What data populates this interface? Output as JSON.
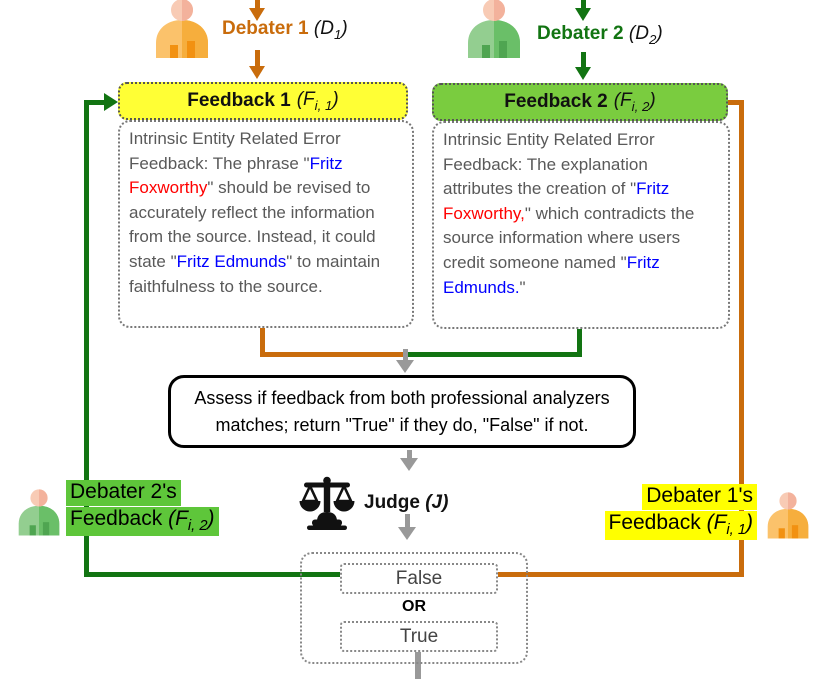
{
  "colors": {
    "orange": "#C96C0C",
    "green_dark": "#127412",
    "yellow_fill": "#FFFF35",
    "green_fill": "#7ACC3F",
    "yellow_hl": "#FFFF00",
    "green_hl": "#5EC63A",
    "gray_text": "#595959",
    "blue": "#0000FF",
    "red": "#FF0000",
    "arrow_gray": "#999999"
  },
  "debater1": {
    "name": "Debater 1",
    "sym": "(D",
    "sub": "1",
    "close": ")"
  },
  "debater2": {
    "name": "Debater 2",
    "sym": "(D",
    "sub": "2",
    "close": ")"
  },
  "feedback1": {
    "title": "Feedback 1",
    "sym": "(F",
    "sub": "i, 1",
    "close": ")",
    "body": [
      {
        "t": "Intrinsic Entity Related Error Feedback: The phrase \""
      },
      {
        "t": "Fritz",
        "c": "blue"
      },
      {
        "t": " "
      },
      {
        "t": "Foxworthy",
        "c": "red"
      },
      {
        "t": "\" should be revised to accurately reflect the information from the source. Instead, it could state \""
      },
      {
        "t": "Fritz Edmunds",
        "c": "blue"
      },
      {
        "t": "\" to maintain faithfulness to the source."
      }
    ]
  },
  "feedback2": {
    "title": "Feedback 2",
    "sym": "(F",
    "sub": "i, 2",
    "close": ")",
    "body": [
      {
        "t": "Intrinsic Entity Related Error Feedback: The explanation attributes the creation of \""
      },
      {
        "t": "Fritz",
        "c": "blue"
      },
      {
        "t": " "
      },
      {
        "t": "Foxworthy,",
        "c": "red"
      },
      {
        "t": "\" which contradicts the source information where users credit someone named \""
      },
      {
        "t": "Fritz Edmunds.",
        "c": "blue"
      },
      {
        "t": "\""
      }
    ]
  },
  "assess": {
    "text": "Assess if feedback from both professional analyzers matches; return \"True\" if they do, \"False\" if not."
  },
  "judge": {
    "name": "Judge",
    "sym": "(J)"
  },
  "left_label": {
    "line1": "Debater 2's",
    "line2": "Feedback",
    "sym": "(F",
    "sub": "i, 2",
    "close": ")"
  },
  "right_label": {
    "line1": "Debater 1's",
    "line2": "Feedback",
    "sym": "(F",
    "sub": "i, 1",
    "close": ")"
  },
  "outcome": {
    "false_label": "False",
    "or_label": "OR",
    "true_label": "True"
  }
}
